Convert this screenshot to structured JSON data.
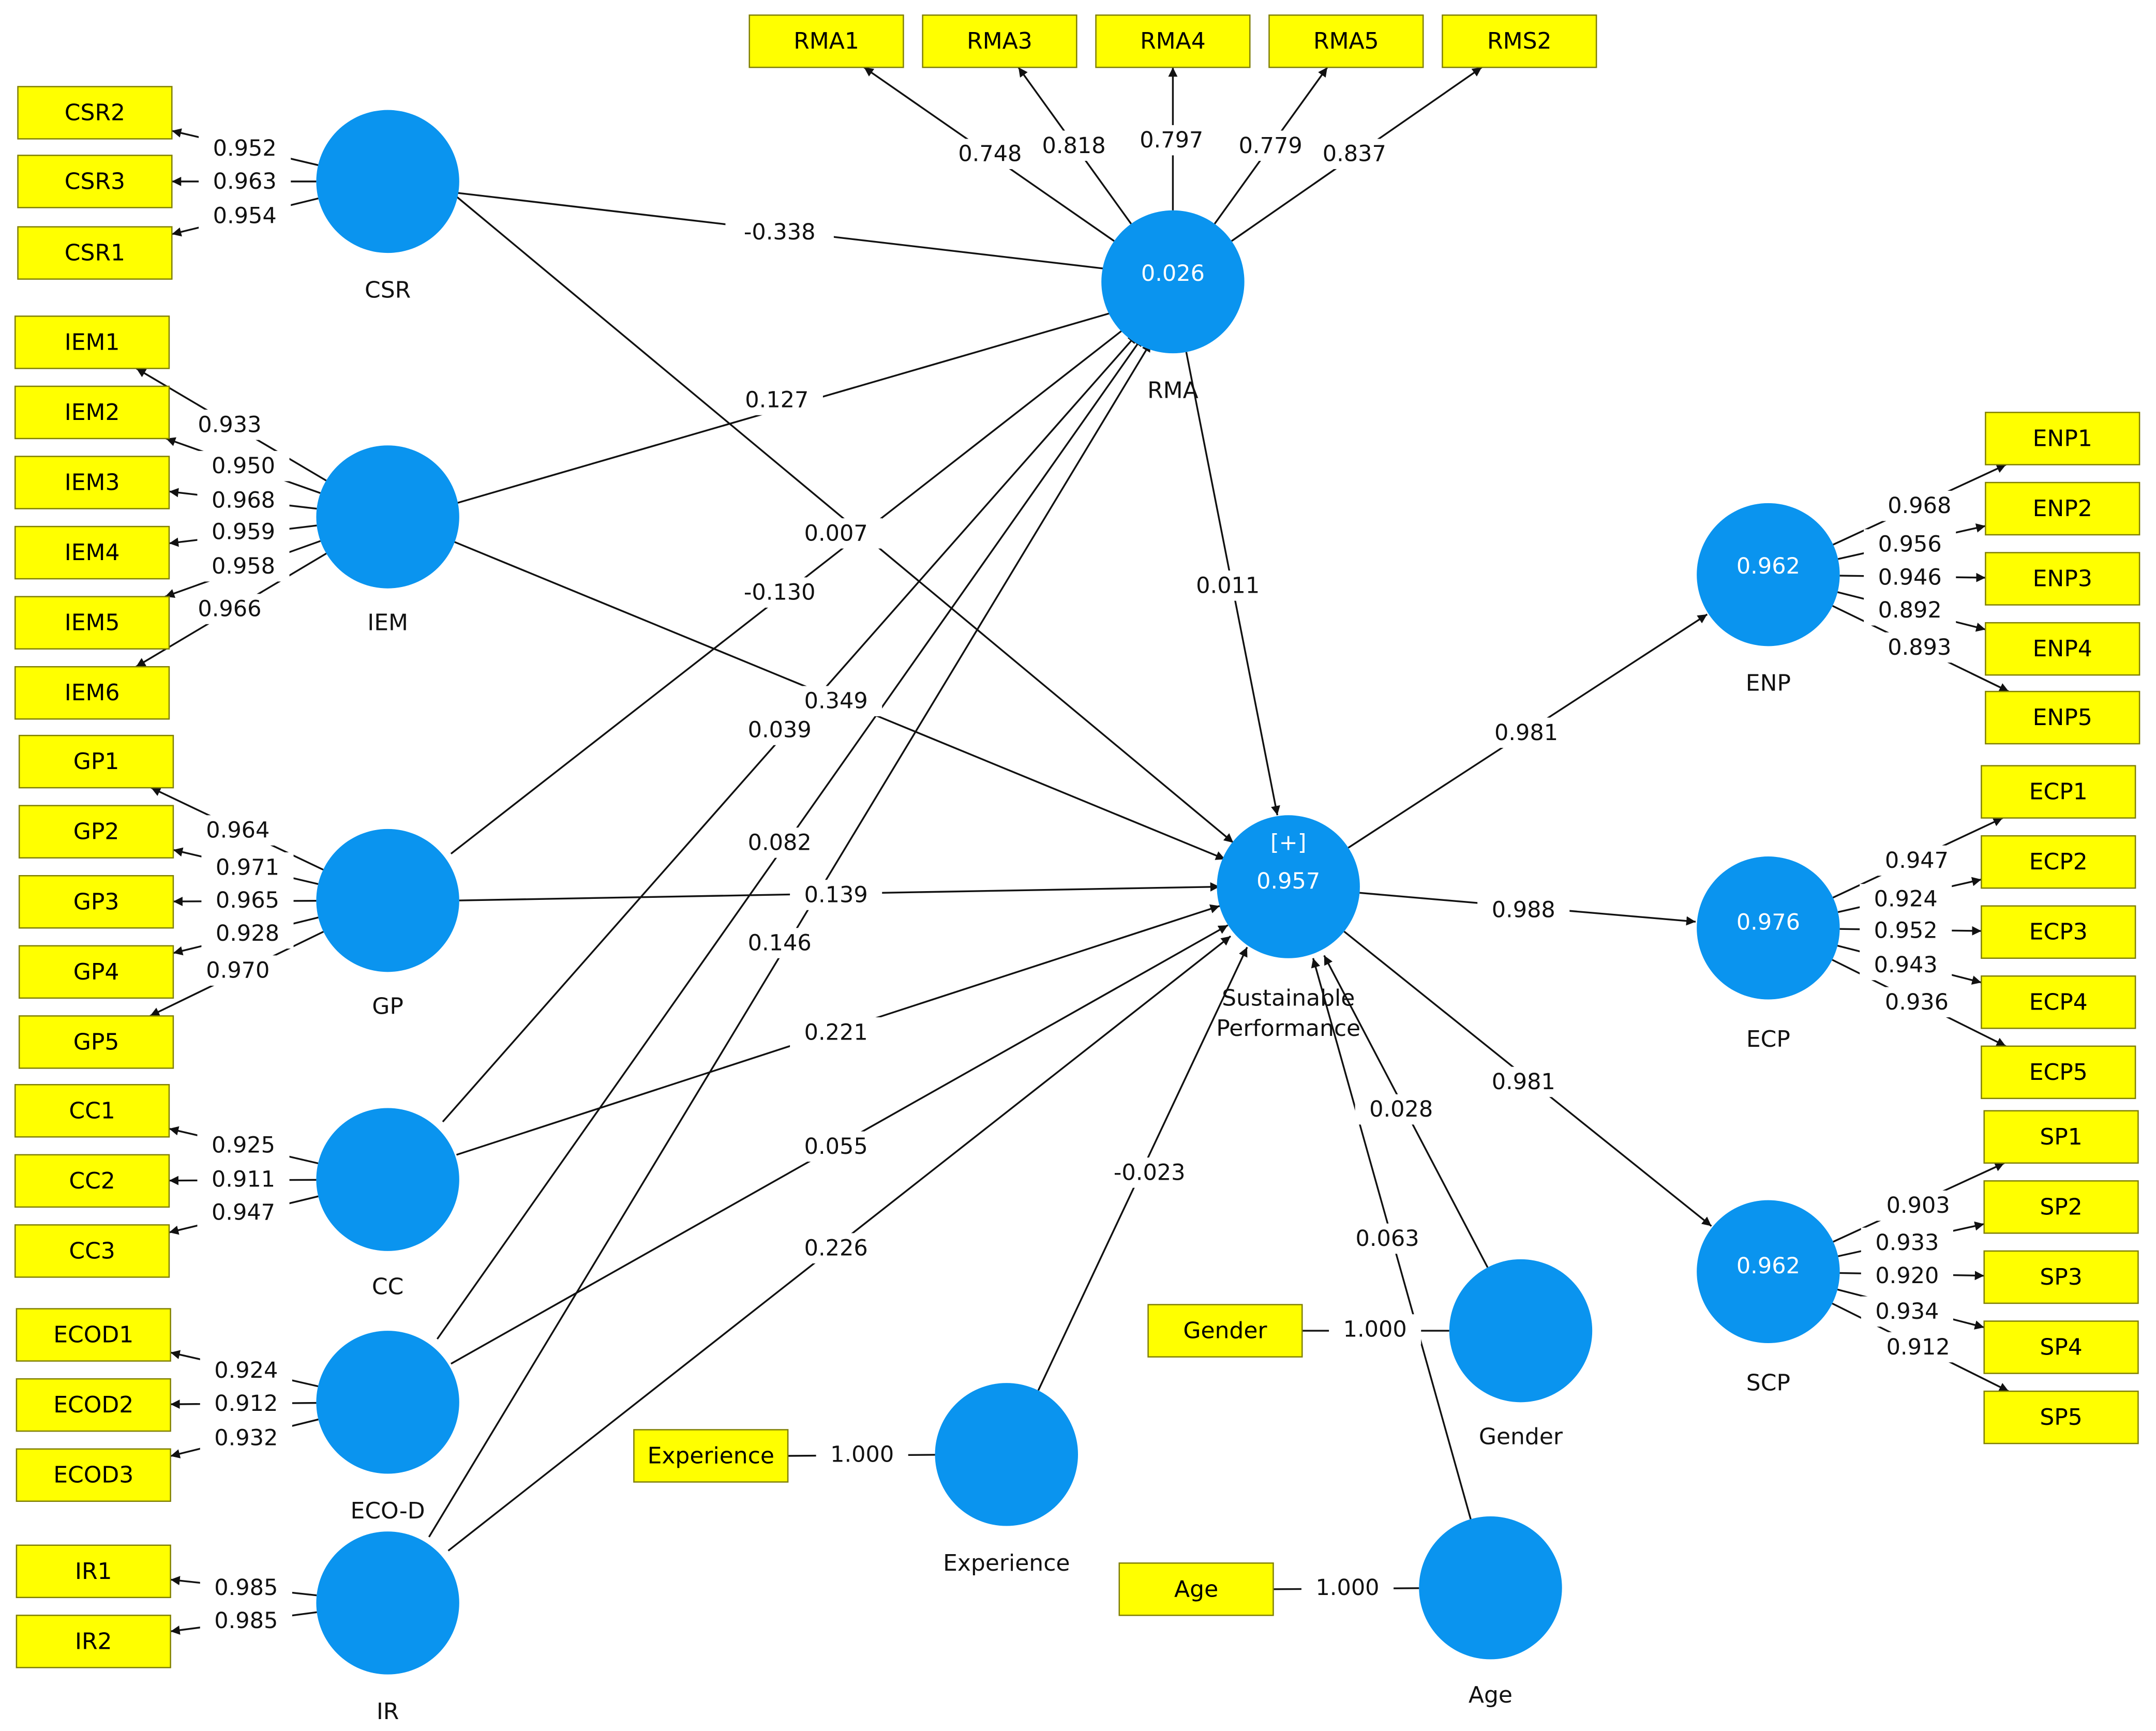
{
  "colors": {
    "construct_fill": "#0a94ef",
    "indicator_fill": "#ffff00",
    "indicator_border": "#7f7f00",
    "arrow": "#111111",
    "background": "#ffffff"
  },
  "constructs": [
    {
      "id": "CSR",
      "name": "CSR",
      "value": ""
    },
    {
      "id": "IEM",
      "name": "IEM",
      "value": ""
    },
    {
      "id": "GP",
      "name": "GP",
      "value": ""
    },
    {
      "id": "CC",
      "name": "CC",
      "value": ""
    },
    {
      "id": "ECOD",
      "name": "ECO-D",
      "value": ""
    },
    {
      "id": "IR",
      "name": "IR",
      "value": ""
    },
    {
      "id": "RMA",
      "name": "RMA",
      "value": "0.026"
    },
    {
      "id": "SP",
      "name": "Sustainable Performance",
      "name_lines": [
        "Sustainable",
        "Performance"
      ],
      "value": "0.957",
      "badge": "[+]"
    },
    {
      "id": "ENP",
      "name": "ENP",
      "value": "0.962"
    },
    {
      "id": "ECP",
      "name": "ECP",
      "value": "0.976"
    },
    {
      "id": "SCP",
      "name": "SCP",
      "value": "0.962"
    },
    {
      "id": "EXP",
      "name": "Experience",
      "value": ""
    },
    {
      "id": "GEN",
      "name": "Gender",
      "value": ""
    },
    {
      "id": "AGE",
      "name": "Age",
      "value": ""
    }
  ],
  "indicators": [
    {
      "label": "CSR2",
      "construct": "CSR",
      "loading": "0.952"
    },
    {
      "label": "CSR3",
      "construct": "CSR",
      "loading": "0.963"
    },
    {
      "label": "CSR1",
      "construct": "CSR",
      "loading": "0.954"
    },
    {
      "label": "IEM1",
      "construct": "IEM",
      "loading": "0.933"
    },
    {
      "label": "IEM2",
      "construct": "IEM",
      "loading": "0.950"
    },
    {
      "label": "IEM3",
      "construct": "IEM",
      "loading": "0.968"
    },
    {
      "label": "IEM4",
      "construct": "IEM",
      "loading": "0.959"
    },
    {
      "label": "IEM5",
      "construct": "IEM",
      "loading": "0.958"
    },
    {
      "label": "IEM6",
      "construct": "IEM",
      "loading": "0.966"
    },
    {
      "label": "GP1",
      "construct": "GP",
      "loading": "0.964"
    },
    {
      "label": "GP2",
      "construct": "GP",
      "loading": "0.971"
    },
    {
      "label": "GP3",
      "construct": "GP",
      "loading": "0.965"
    },
    {
      "label": "GP4",
      "construct": "GP",
      "loading": "0.928"
    },
    {
      "label": "GP5",
      "construct": "GP",
      "loading": "0.970"
    },
    {
      "label": "CC1",
      "construct": "CC",
      "loading": "0.925"
    },
    {
      "label": "CC2",
      "construct": "CC",
      "loading": "0.911"
    },
    {
      "label": "CC3",
      "construct": "CC",
      "loading": "0.947"
    },
    {
      "label": "ECOD1",
      "construct": "ECOD",
      "loading": "0.924"
    },
    {
      "label": "ECOD2",
      "construct": "ECOD",
      "loading": "0.912"
    },
    {
      "label": "ECOD3",
      "construct": "ECOD",
      "loading": "0.932"
    },
    {
      "label": "IR1",
      "construct": "IR",
      "loading": "0.985"
    },
    {
      "label": "IR2",
      "construct": "IR",
      "loading": "0.985"
    },
    {
      "label": "RMA1",
      "construct": "RMA",
      "loading": "0.748"
    },
    {
      "label": "RMA3",
      "construct": "RMA",
      "loading": "0.818"
    },
    {
      "label": "RMA4",
      "construct": "RMA",
      "loading": "0.797"
    },
    {
      "label": "RMA5",
      "construct": "RMA",
      "loading": "0.779"
    },
    {
      "label": "RMS2",
      "construct": "RMA",
      "loading": "0.837"
    },
    {
      "label": "ENP1",
      "construct": "ENP",
      "loading": "0.968"
    },
    {
      "label": "ENP2",
      "construct": "ENP",
      "loading": "0.956"
    },
    {
      "label": "ENP3",
      "construct": "ENP",
      "loading": "0.946"
    },
    {
      "label": "ENP4",
      "construct": "ENP",
      "loading": "0.892"
    },
    {
      "label": "ENP5",
      "construct": "ENP",
      "loading": "0.893"
    },
    {
      "label": "ECP1",
      "construct": "ECP",
      "loading": "0.947"
    },
    {
      "label": "ECP2",
      "construct": "ECP",
      "loading": "0.924"
    },
    {
      "label": "ECP3",
      "construct": "ECP",
      "loading": "0.952"
    },
    {
      "label": "ECP4",
      "construct": "ECP",
      "loading": "0.943"
    },
    {
      "label": "ECP5",
      "construct": "ECP",
      "loading": "0.936"
    },
    {
      "label": "SP1",
      "construct": "SCP",
      "loading": "0.903"
    },
    {
      "label": "SP2",
      "construct": "SCP",
      "loading": "0.933"
    },
    {
      "label": "SP3",
      "construct": "SCP",
      "loading": "0.920"
    },
    {
      "label": "SP4",
      "construct": "SCP",
      "loading": "0.934"
    },
    {
      "label": "SP5",
      "construct": "SCP",
      "loading": "0.912"
    },
    {
      "label": "Experience",
      "construct": "EXP",
      "loading": "1.000"
    },
    {
      "label": "Gender",
      "construct": "GEN",
      "loading": "1.000"
    },
    {
      "label": "Age",
      "construct": "AGE",
      "loading": "1.000"
    }
  ],
  "paths": [
    {
      "from": "CSR",
      "to": "RMA",
      "coef": "-0.338"
    },
    {
      "from": "CSR",
      "to": "SP",
      "coef": "0.007"
    },
    {
      "from": "IEM",
      "to": "RMA",
      "coef": "0.127"
    },
    {
      "from": "IEM",
      "to": "SP",
      "coef": "0.349"
    },
    {
      "from": "GP",
      "to": "RMA",
      "coef": "-0.130"
    },
    {
      "from": "GP",
      "to": "SP",
      "coef": "0.139"
    },
    {
      "from": "CC",
      "to": "RMA",
      "coef": "0.039"
    },
    {
      "from": "CC",
      "to": "SP",
      "coef": "0.221"
    },
    {
      "from": "ECOD",
      "to": "RMA",
      "coef": "0.082"
    },
    {
      "from": "ECOD",
      "to": "SP",
      "coef": "0.055"
    },
    {
      "from": "IR",
      "to": "RMA",
      "coef": "0.146"
    },
    {
      "from": "IR",
      "to": "SP",
      "coef": "0.226"
    },
    {
      "from": "RMA",
      "to": "SP",
      "coef": "0.011"
    },
    {
      "from": "SP",
      "to": "ENP",
      "coef": "0.981"
    },
    {
      "from": "SP",
      "to": "ECP",
      "coef": "0.988"
    },
    {
      "from": "SP",
      "to": "SCP",
      "coef": "0.981"
    },
    {
      "from": "EXP",
      "to": "SP",
      "coef": "-0.023"
    },
    {
      "from": "GEN",
      "to": "SP",
      "coef": "0.028"
    },
    {
      "from": "AGE",
      "to": "SP",
      "coef": "0.063"
    }
  ]
}
